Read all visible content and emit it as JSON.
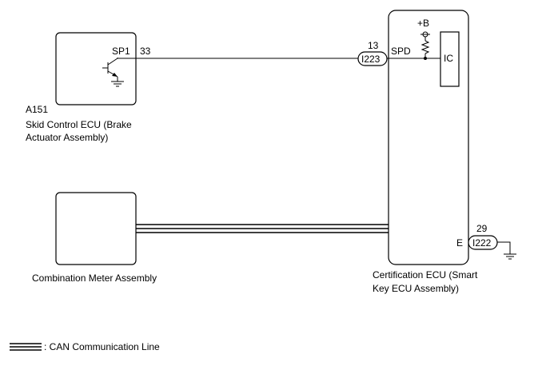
{
  "skid_ecu": {
    "code": "A151",
    "name_line1": "Skid Control ECU (Brake",
    "name_line2": "Actuator Assembly)",
    "pin_name": "SP1",
    "pin_num": "33"
  },
  "meter": {
    "name": "Combination Meter Assembly"
  },
  "cert_ecu": {
    "name_line1": "Certification ECU (Smart",
    "name_line2": "Key ECU Assembly)",
    "spd_pin_num": "13",
    "spd_connector": "I223",
    "spd_pin_name": "SPD",
    "power_label": "+B",
    "ic_label": "IC",
    "gnd_pin_num": "29",
    "gnd_connector": "I222",
    "gnd_pin_name": "E"
  },
  "legend": {
    "can_label": ": CAN Communication Line"
  }
}
